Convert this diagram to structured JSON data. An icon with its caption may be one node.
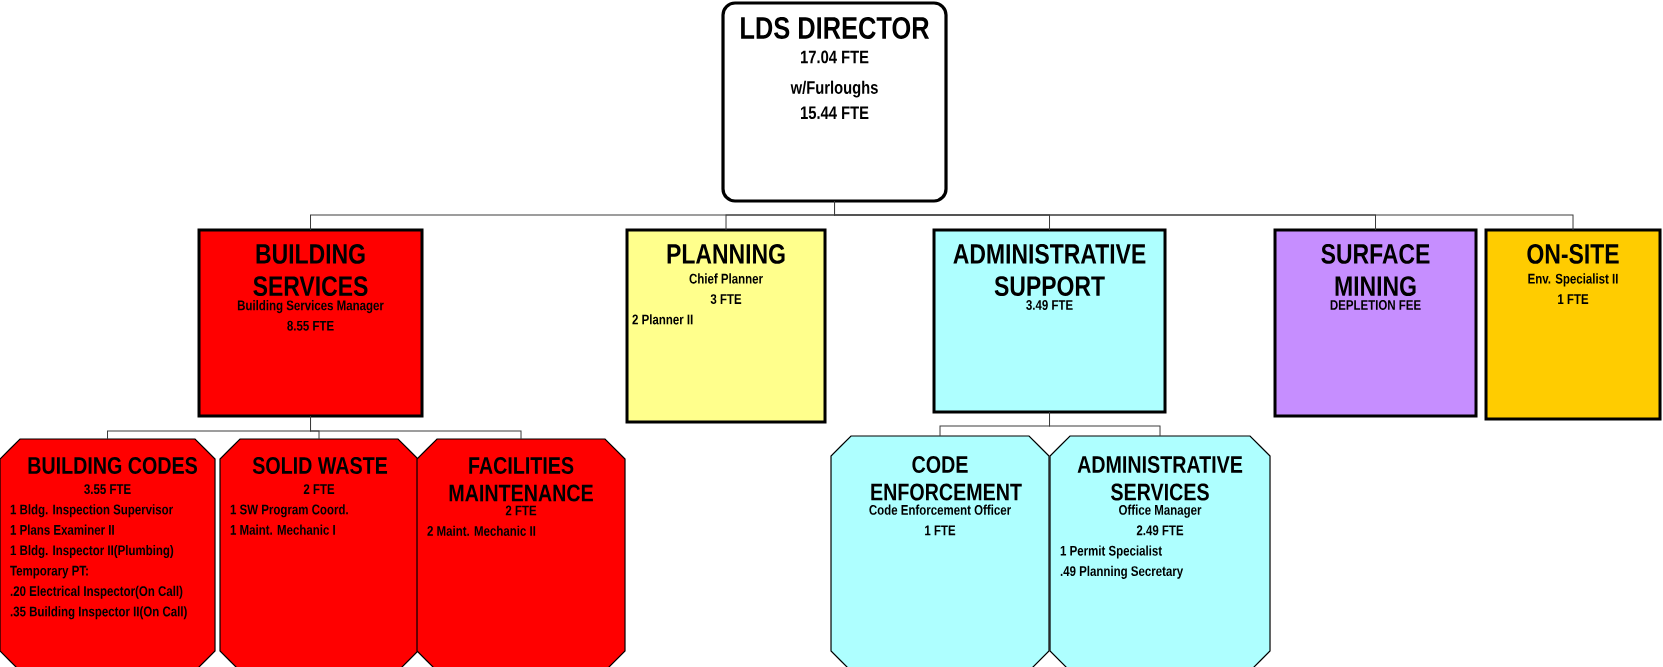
{
  "diagram": {
    "nodes": [
      {
        "text": [
          "LDS DIRECTOR",
          "17.04 FTE",
          "w/Furloughs 15.44 FTE"
        ]
      },
      {
        "text": [
          "BUILDING SERVICES",
          "Building Services Manager",
          "8.55 FTE"
        ]
      },
      {
        "text": [
          "PLANNING",
          "Chief Planner",
          "3 FTE",
          "2 Planner II"
        ]
      },
      {
        "text": [
          "ADMINISTRATIVE SUPPORT",
          "3.49 FTE"
        ]
      },
      {
        "text": [
          "SURFACE MINING",
          "DEPLETION FEE"
        ]
      },
      {
        "text": [
          "ON-SITE",
          "Env. Specialist II",
          "1 FTE"
        ]
      },
      {
        "text": [
          "BUILDING CODES",
          "3.55 FTE",
          "1 Bldg. Inspection Supervisor",
          "1 Plans Examiner II",
          "1 Bldg. Inspector II(Plumbing)",
          "Temporary PT:",
          ".20 Electrical Inspector(On Call)",
          ".35 Building Inspector II(On Call)"
        ]
      },
      {
        "text": [
          "SOLID WASTE",
          "2 FTE",
          "1 SW Program Coord.",
          "1 Maint. Mechanic I"
        ]
      },
      {
        "text": [
          "FACILITIES MAINTENANCE",
          "2 FTE",
          "2 Maint. Mechanic II"
        ]
      },
      {
        "text": [
          "CODE ENFORCEMENT",
          "Code Enforcement Officer",
          "1 FTE"
        ]
      },
      {
        "text": [
          "ADMINISTRATIVE SERVICES",
          "Office Manager",
          "2.49 FTE",
          "1 Permit Specialist",
          ".49 Planning Secretary"
        ]
      }
    ],
    "edges": [
      {
        "from": 0,
        "to": 1,
        "arrow": "none"
      },
      {
        "from": 0,
        "to": 2,
        "arrow": "none"
      },
      {
        "from": 0,
        "to": 3,
        "arrow": "none"
      },
      {
        "from": 0,
        "to": 4,
        "arrow": "none"
      },
      {
        "from": 0,
        "to": 5,
        "arrow": "none"
      },
      {
        "from": 1,
        "to": 6,
        "arrow": "none"
      },
      {
        "from": 1,
        "to": 7,
        "arrow": "none"
      },
      {
        "from": 1,
        "to": 8,
        "arrow": "none"
      },
      {
        "from": 3,
        "to": 9,
        "arrow": "none"
      },
      {
        "from": 3,
        "to": 10,
        "arrow": "none"
      }
    ]
  }
}
